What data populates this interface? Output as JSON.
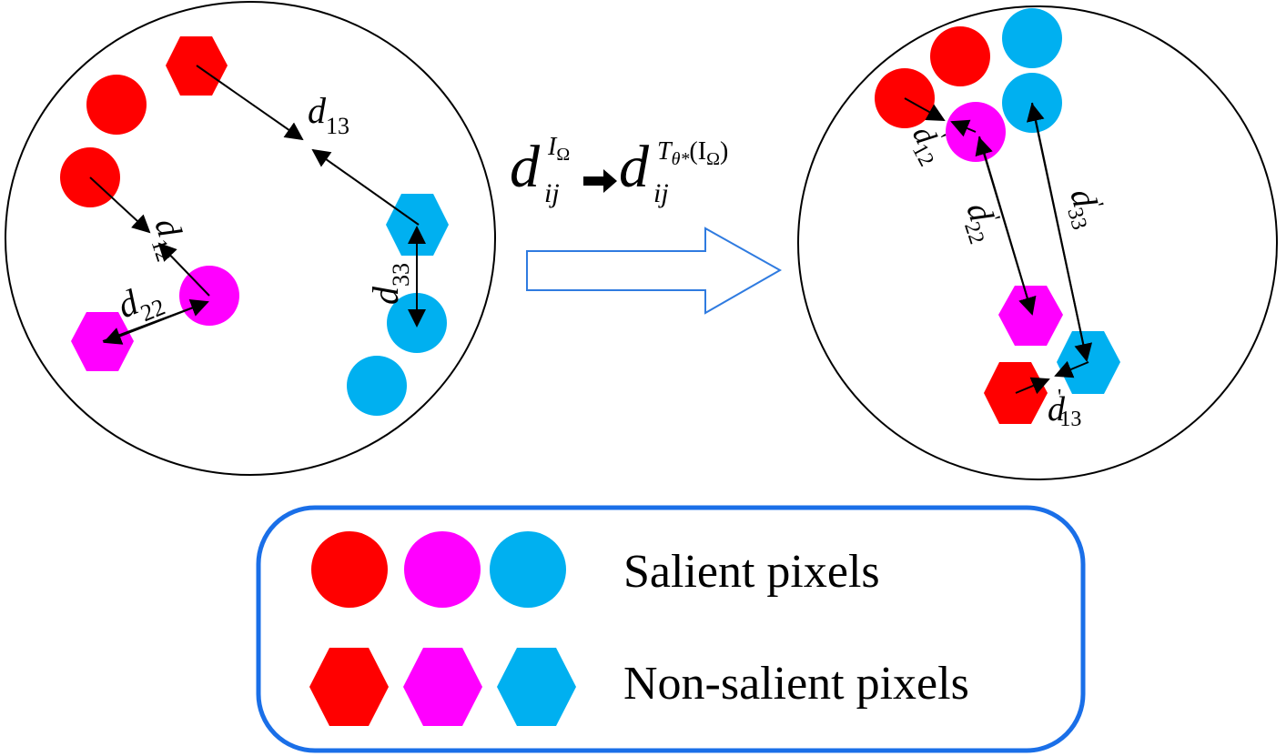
{
  "colors": {
    "red": "#ff0000",
    "magenta": "#ff00ff",
    "cyan": "#00b0f0",
    "legend_border": "#1a6fe8",
    "arrow_outline": "#2f7be0"
  },
  "left_panel": {
    "label_d13": {
      "main": "d",
      "sub": "13"
    },
    "label_d12": {
      "main": "d",
      "sub": "12"
    },
    "label_d22": {
      "main": "d",
      "sub": "22"
    },
    "label_d33": {
      "main": "d",
      "sub": "33"
    }
  },
  "right_panel": {
    "label_d12": {
      "main": "d",
      "sub": "12",
      "prime": "'"
    },
    "label_d22": {
      "main": "d",
      "sub": "22",
      "prime": "'"
    },
    "label_d33": {
      "main": "d",
      "sub": "33",
      "prime": "'"
    },
    "label_d13": {
      "main": "d",
      "sub": "13",
      "prime": "'"
    }
  },
  "formula": {
    "lhs_main": "d",
    "lhs_sub": "ij",
    "lhs_sup": "I",
    "lhs_sup_sub": "Ω",
    "rhs_main": "d",
    "rhs_sub": "ij",
    "rhs_sup": "T",
    "rhs_sup_sub": "θ*",
    "rhs_sup_paren": "(I",
    "rhs_sup_paren_sub": "Ω",
    "rhs_sup_close": ")"
  },
  "legend": {
    "salient_label": "Salient pixels",
    "non_salient_label": "Non-salient pixels"
  }
}
